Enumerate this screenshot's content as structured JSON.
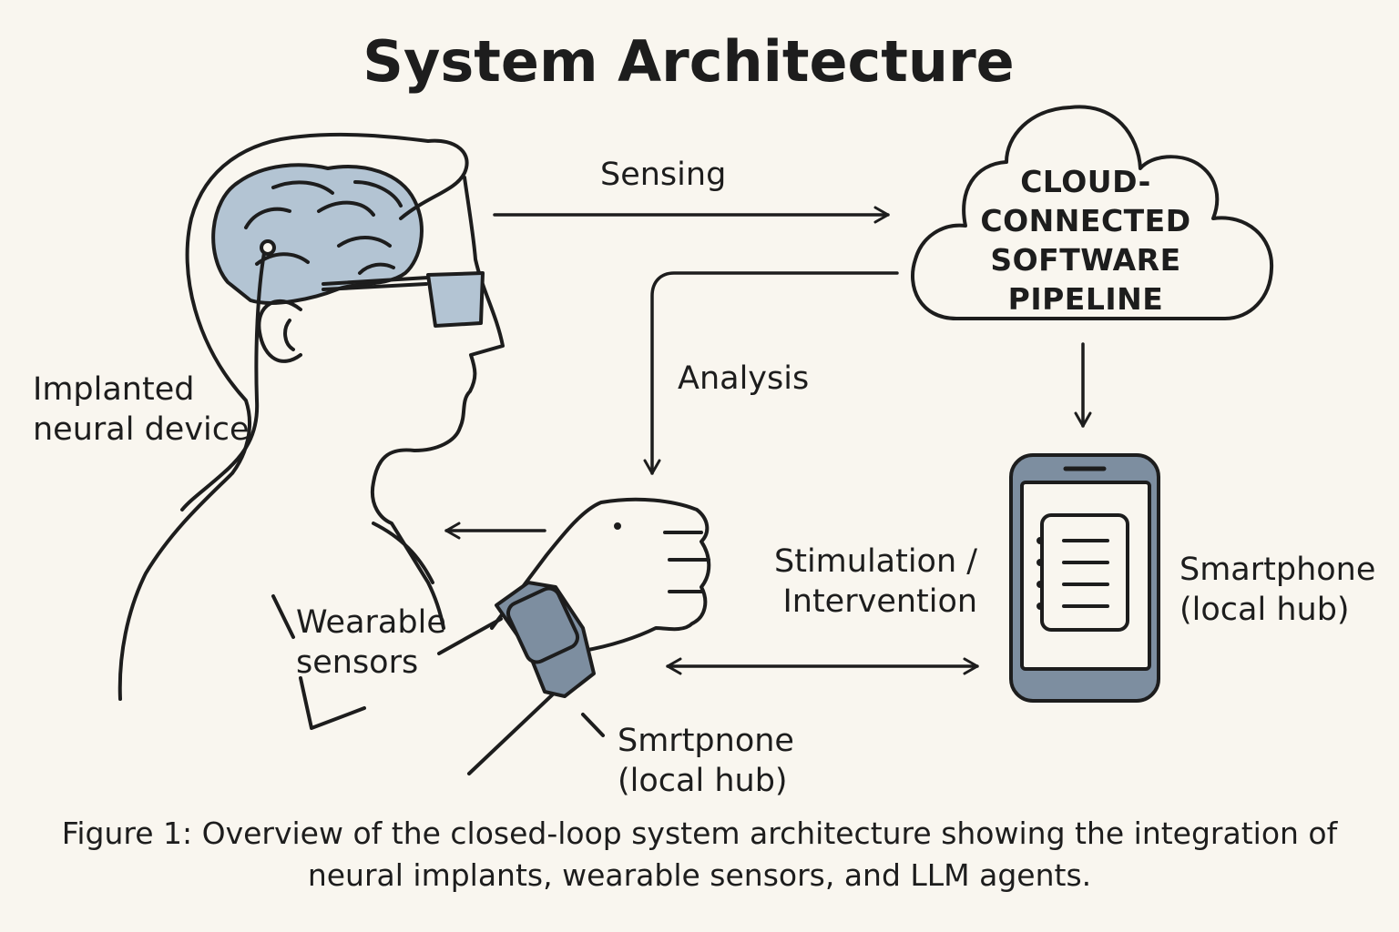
{
  "title": "System Architecture",
  "cloud": {
    "lines": [
      "CLOUD-",
      "CONNECTED",
      "SOFTWARE",
      "PIPELINE"
    ]
  },
  "flows": {
    "sensing": "Sensing",
    "analysis": "Analysis",
    "stimulation": [
      "Stimulation /",
      "Intervention"
    ]
  },
  "labels": {
    "implant": [
      "Implanted",
      "neural device"
    ],
    "wearable": [
      "Wearable",
      "sensors"
    ],
    "smartphone": [
      "Smartphone",
      "(local hub)"
    ],
    "smartphone_misspelled": [
      "Smrtpnone",
      "(local hub)"
    ]
  },
  "caption": [
    "Figure 1: Overview of the closed-loop system architecture showing the integration of",
    "neural implants, wearable sensors, and LLM agents."
  ],
  "colors": {
    "background": "#f9f6ef",
    "ink": "#1d1d1d",
    "brain_fill": "#b3c4d3",
    "device_fill": "#7d8ea0"
  }
}
